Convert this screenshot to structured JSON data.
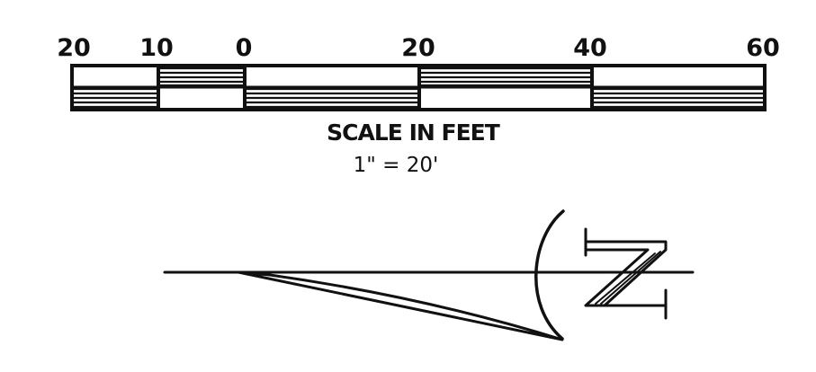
{
  "scale_bar": {
    "ticks": [
      "20",
      "10",
      "0",
      "20",
      "40",
      "60"
    ],
    "title": "SCALE IN FEET",
    "ratio": "1\" = 20'"
  },
  "north_arrow": {
    "letter": "N"
  },
  "colors": {
    "ink": "#111111",
    "paper": "#ffffff"
  }
}
